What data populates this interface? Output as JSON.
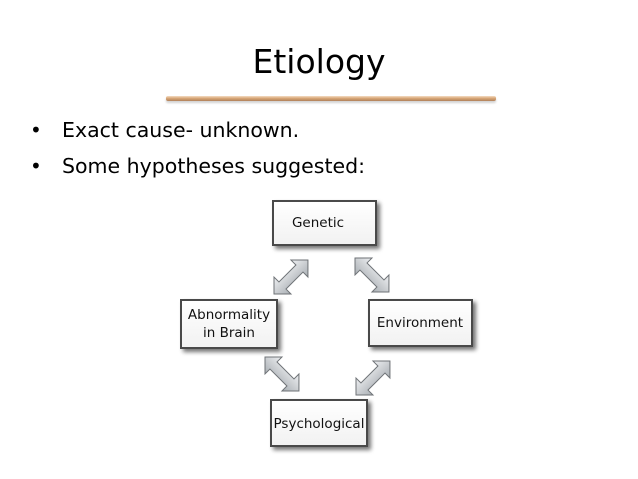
{
  "slide": {
    "title": "Etiology",
    "bullets": [
      {
        "marker": "•",
        "text": "Exact cause- unknown."
      },
      {
        "marker": "•",
        "text": "Some hypotheses suggested:"
      }
    ]
  },
  "diagram": {
    "nodes": {
      "genetic": "Genetic",
      "environment": "Environment",
      "psychological": "Psychological",
      "abnormality_line1": "Abnormality",
      "abnormality_line2": "in Brain"
    },
    "colors": {
      "box_fill": "#ffffff",
      "box_border": "#4a4a4a",
      "arrow_fill": "#c9ccd0",
      "arrow_stroke": "#6e7276",
      "title_rule": "#d9a878"
    }
  }
}
